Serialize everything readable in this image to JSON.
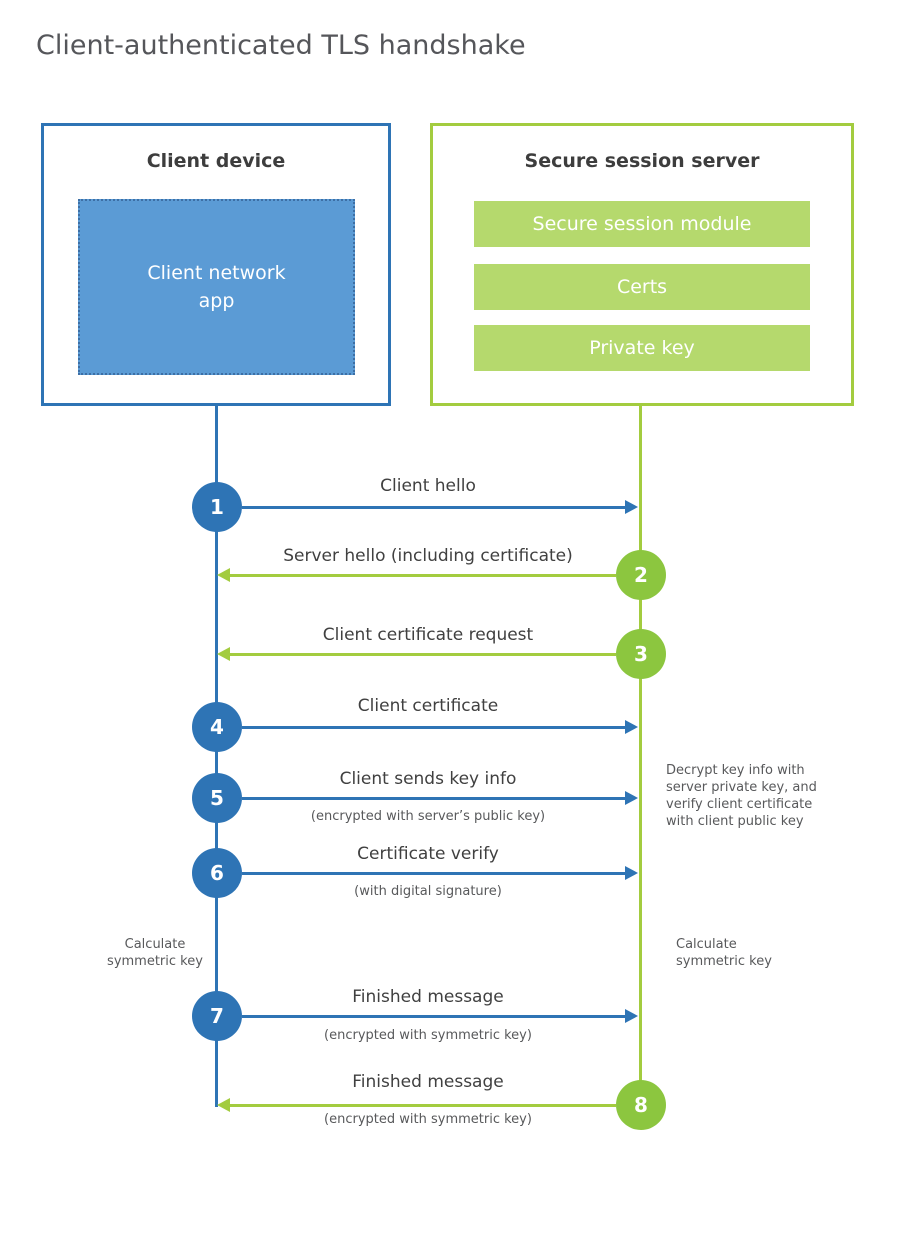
{
  "title": "Client-authenticated TLS handshake",
  "colors": {
    "blue": "#2e74b5",
    "blue_fill": "#5b9bd5",
    "green_line": "#a3cc3f",
    "green_badge": "#8cc63f",
    "green_fill": "#b5d96d",
    "text_dark": "#3d3d3d",
    "text_gray": "#58595b"
  },
  "client": {
    "title": "Client device",
    "app_label": "Client network app"
  },
  "server": {
    "title": "Secure session server",
    "modules": [
      "Secure session module",
      "Certs",
      "Private key"
    ]
  },
  "steps": [
    {
      "num": "1",
      "label": "Client hello",
      "sublabel": "",
      "direction": "right",
      "color": "blue"
    },
    {
      "num": "2",
      "label": "Server hello (including certificate)",
      "sublabel": "",
      "direction": "left",
      "color": "green"
    },
    {
      "num": "3",
      "label": "Client certificate request",
      "sublabel": "",
      "direction": "left",
      "color": "green"
    },
    {
      "num": "4",
      "label": "Client certificate",
      "sublabel": "",
      "direction": "right",
      "color": "blue"
    },
    {
      "num": "5",
      "label": "Client sends key info",
      "sublabel": "(encrypted with server’s public key)",
      "direction": "right",
      "color": "blue"
    },
    {
      "num": "6",
      "label": "Certificate verify",
      "sublabel": "(with digital signature)",
      "direction": "right",
      "color": "blue"
    },
    {
      "num": "7",
      "label": "Finished message",
      "sublabel": "(encrypted with symmetric key)",
      "direction": "right",
      "color": "blue"
    },
    {
      "num": "8",
      "label": "Finished message",
      "sublabel": "(encrypted with symmetric key)",
      "direction": "left",
      "color": "green"
    }
  ],
  "notes": {
    "decrypt": "Decrypt key info with server private key, and verify client certificate with client public key",
    "calc_left": "Calculate symmetric key",
    "calc_right": "Calculate symmetric key"
  }
}
